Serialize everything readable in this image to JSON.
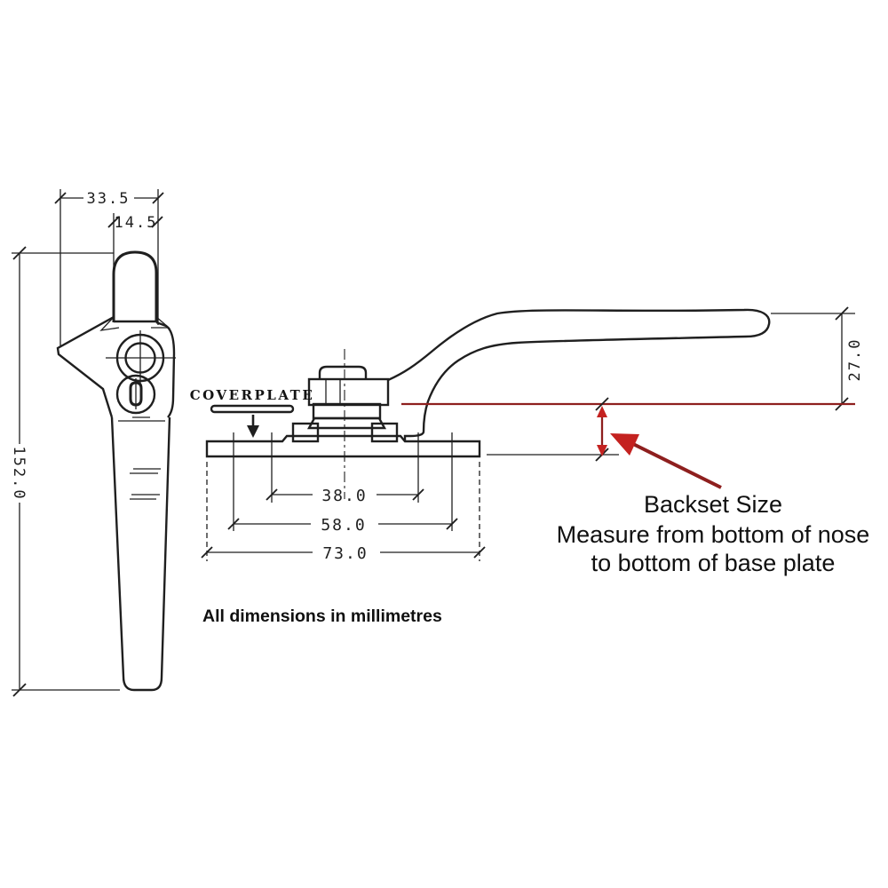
{
  "drawing": {
    "units_note": "All dimensions in millimetres",
    "coverplate_label": "COVERPLATE",
    "backset_note": {
      "title": "Backset Size",
      "line1": "Measure from bottom of nose",
      "line2": "to bottom of base plate"
    },
    "side_view": {
      "overall_width_mm": "33.5",
      "grip_width_mm": "14.5",
      "overall_height_mm": "152.0"
    },
    "front_view": {
      "inner_hole_spacing_mm": "38.0",
      "outer_hole_spacing_mm": "58.0",
      "plate_length_mm": "73.0",
      "backset_height_mm": "27.0"
    }
  },
  "colors": {
    "line": "#1f1f1f",
    "red_line": "#8e1f1e",
    "red_arrow": "#c42220"
  }
}
